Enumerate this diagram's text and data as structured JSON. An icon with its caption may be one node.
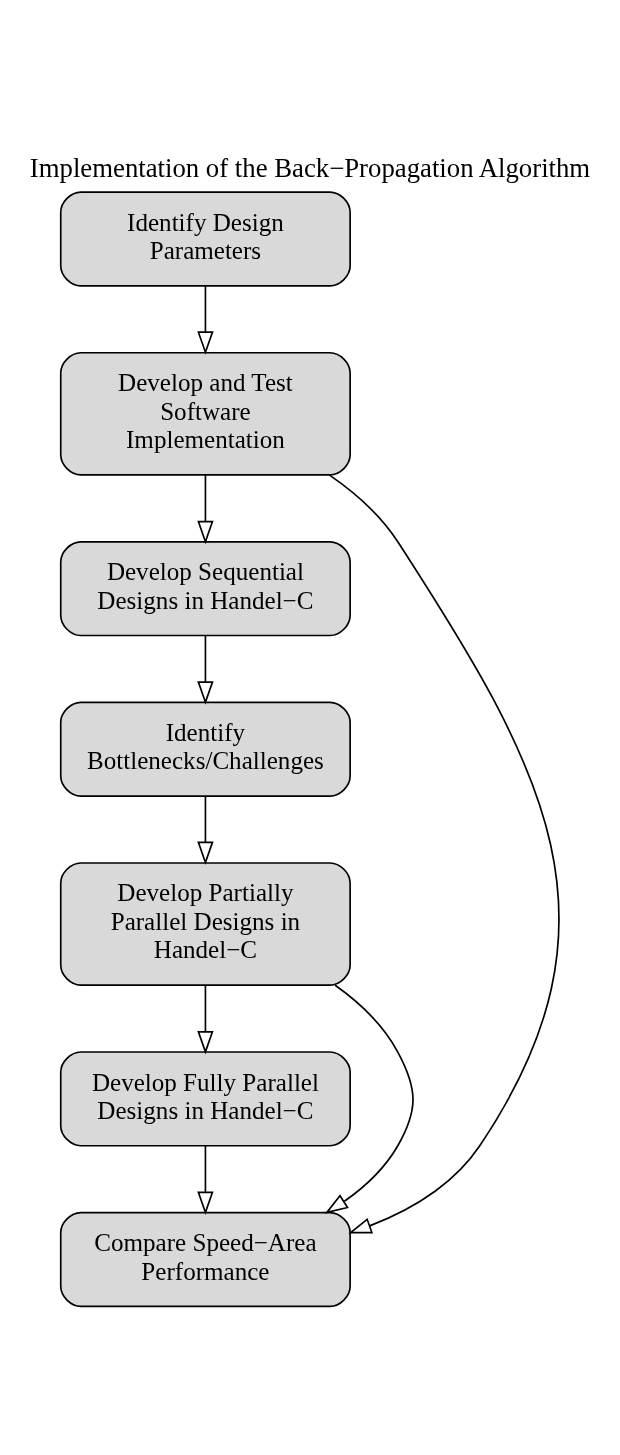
{
  "diagram": {
    "title": "Implementation of the Back−Propagation Algorithm",
    "nodes": [
      {
        "text": [
          "Identify Design Parameters"
        ]
      },
      {
        "text": [
          "Develop and Test Software Implementation"
        ]
      },
      {
        "text": [
          "Develop Sequential Designs in Handel−C"
        ]
      },
      {
        "text": [
          "Identify Bottlenecks/Challenges"
        ]
      },
      {
        "text": [
          "Develop Partially Parallel Designs in Handel−C"
        ]
      },
      {
        "text": [
          "Develop Fully Parallel Designs in Handel−C"
        ]
      },
      {
        "text": [
          "Compare Speed−Area Performance"
        ]
      }
    ],
    "edges": [
      {
        "from": 0,
        "to": 1,
        "arrow": "to"
      },
      {
        "from": 1,
        "to": 2,
        "arrow": "to"
      },
      {
        "from": 2,
        "to": 3,
        "arrow": "to"
      },
      {
        "from": 3,
        "to": 4,
        "arrow": "to"
      },
      {
        "from": 4,
        "to": 5,
        "arrow": "to"
      },
      {
        "from": 5,
        "to": 6,
        "arrow": "to"
      },
      {
        "from": 1,
        "to": 6,
        "arrow": "to"
      },
      {
        "from": 4,
        "to": 6,
        "arrow": "to"
      }
    ]
  }
}
